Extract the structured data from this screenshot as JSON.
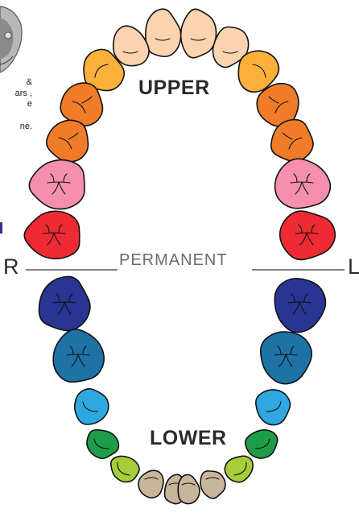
{
  "labels": {
    "upper": "UPPER",
    "lower": "LOWER",
    "permanent": "PERMANENT",
    "right": "R",
    "left": "L"
  },
  "side_text": {
    "line1": "&",
    "line2": "ars ,",
    "line3": "e",
    "line4": "ne."
  },
  "colors": {
    "central_incisor_upper": "#fbd3ae",
    "lateral_incisor_upper": "#fbd3ae",
    "canine_upper": "#fbb03b",
    "first_premolar_upper": "#f07c2a",
    "second_premolar_upper": "#f07c2a",
    "first_molar_upper": "#f48fad",
    "second_molar_upper": "#ee2a33",
    "second_molar_lower": "#283593",
    "first_molar_lower": "#1f72a6",
    "second_premolar_lower": "#2ea8e0",
    "first_premolar_lower": "#1e9d48",
    "canine_lower": "#a6ce39",
    "incisors_lower": "#c9b59c",
    "outline": "#111111",
    "midline": "#333333"
  },
  "teeth": {
    "upper": [
      "central-incisor",
      "lateral-incisor",
      "canine",
      "first-premolar",
      "second-premolar",
      "first-molar",
      "second-molar"
    ],
    "lower": [
      "central-incisor",
      "lateral-incisor",
      "canine",
      "first-premolar",
      "second-premolar",
      "first-molar",
      "second-molar"
    ]
  }
}
